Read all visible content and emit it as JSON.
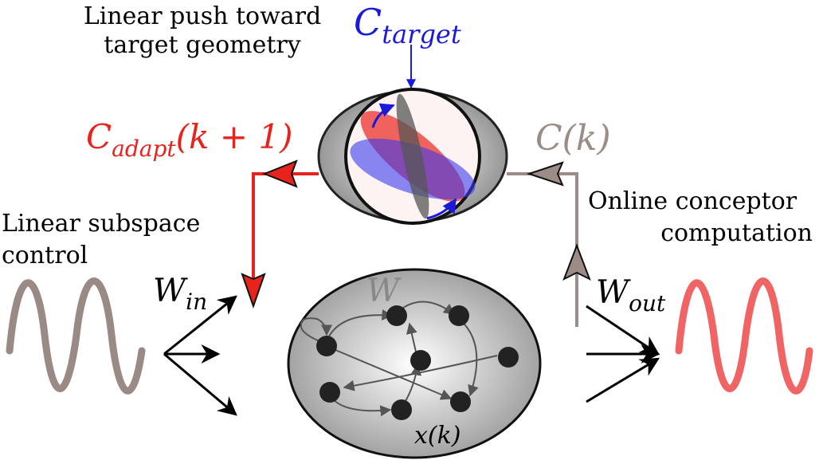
{
  "labels": {
    "push_line1": "Linear push toward",
    "push_line2": "target geometry",
    "c_target_base": "C",
    "c_target_sub": "target",
    "c_adapt_base": "C",
    "c_adapt_sub": "adapt",
    "c_adapt_arg": "(k + 1)",
    "c_k": "C(k)",
    "subspace_line1": "Linear subspace",
    "subspace_line2": "control",
    "online_line1": "Online conceptor",
    "online_line2": "computation",
    "w_in_base": "W",
    "w_in_sub": "in",
    "w_out_base": "W",
    "w_out_sub": "out",
    "w_reservoir": "W",
    "x_k": "x(k)"
  },
  "colors": {
    "target_blue": "#1a1adb",
    "adapt_red": "#e8231c",
    "conceptor_gray": "#9c8c88",
    "input_wave": "#9a8a86",
    "output_wave": "#f06464",
    "node": "#222222",
    "arrow_black": "#000000"
  },
  "icons": {
    "input_signal": "sine-wave-icon",
    "output_signal": "sine-wave-icon",
    "conceptor": "ellipse-conceptor-icon",
    "reservoir": "reservoir-network-icon"
  }
}
